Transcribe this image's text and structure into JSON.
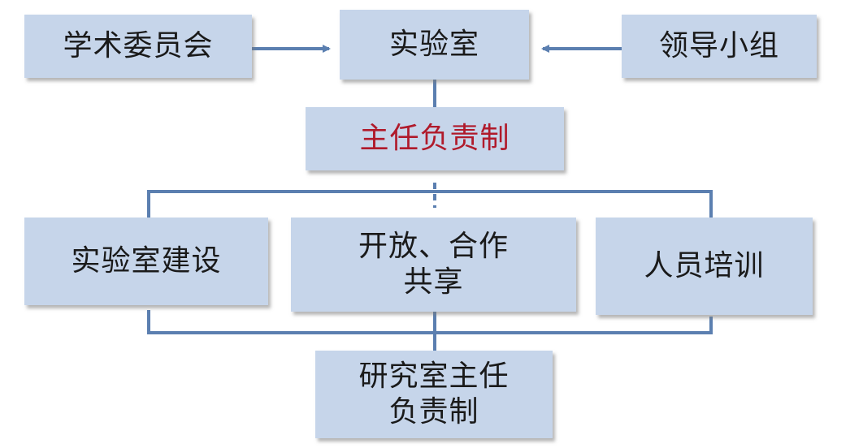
{
  "colors": {
    "box_fill": "#c6d5ea",
    "line": "#5b7fb0",
    "text": "#1a1a1a",
    "accent_text": "#b01a2b"
  },
  "top_row": {
    "left": "学术委员会",
    "center": "实验室",
    "right": "领导小组"
  },
  "middle": {
    "label": "主任负责制"
  },
  "branches": {
    "left": "实验室建设",
    "center": "开放、合作\n共享",
    "right": "人员培训"
  },
  "bottom": {
    "label": "研究室主任\n负责制"
  }
}
